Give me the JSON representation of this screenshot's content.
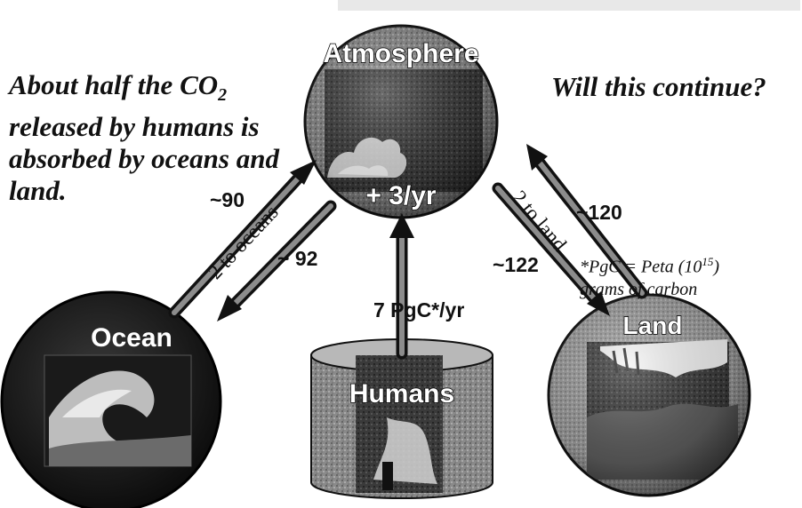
{
  "notes": {
    "left_line1_pre": "About half the CO",
    "left_line1_sub": "2",
    "left_rest": "released by humans is absorbed by oceans and land.",
    "right": "Will this continue?"
  },
  "nodes": {
    "atmosphere": "Atmosphere",
    "atmosphere_rate": "+ 3/yr",
    "ocean": "Ocean",
    "humans": "Humans",
    "land": "Land"
  },
  "flows": {
    "ocean_to_atm": "~90",
    "atm_to_ocean": "~ 92",
    "net_ocean": "2 to oceans",
    "human_emission": "7 PgC*/yr",
    "atm_to_land": "~122",
    "land_to_atm": "~120",
    "net_land": "2 to land"
  },
  "footnote": {
    "pre": "*PgC = Peta (10",
    "sup": "15",
    "post": ")",
    "line2": "grams of carbon"
  }
}
